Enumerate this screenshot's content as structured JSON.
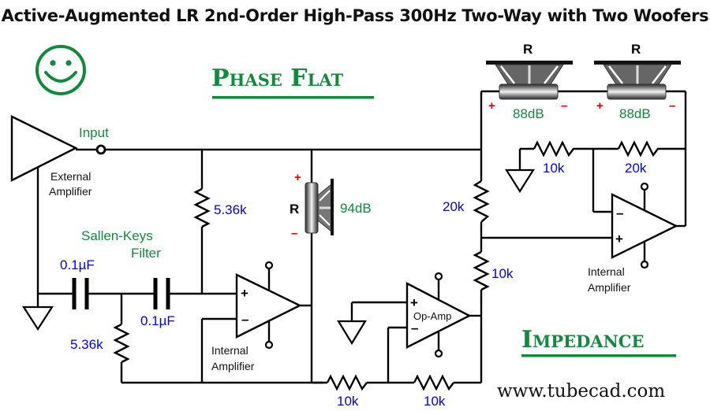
{
  "title": "Active-Augmented LR 2nd-Order High-Pass 300Hz Two-Way with Two Woofers",
  "badges": {
    "phase_flat": "Phase Flat",
    "impedance": "Impedance",
    "smiley_icon": "smiley-face-icon"
  },
  "website": "www.tubecad.com",
  "colors": {
    "accent_green": "#128a3c",
    "value_blue": "#0000ee",
    "polarity_red": "#e00000"
  },
  "labels": {
    "input": "Input",
    "external_amplifier_line1": "External",
    "external_amplifier_line2": "Amplifier",
    "sallen_keys_line1": "Sallen-Keys",
    "sallen_keys_line2": "Filter",
    "internal_amp1_line1": "Internal",
    "internal_amp1_line2": "Amplifier",
    "internal_amp2_line1": "Internal",
    "internal_amp2_line2": "Amplifier",
    "op_amp": "Op-Amp"
  },
  "components": {
    "r_top_shunt": "5.36k",
    "r_bottom_shunt": "5.36k",
    "c1": "0.1µF",
    "c2": "0.1µF",
    "r_divider_top": "20k",
    "r_divider_bottom": "10k",
    "r_inv_ground": "10k",
    "r_inv_feedback": "20k",
    "r_bottom_left": "10k",
    "r_bottom_right": "10k"
  },
  "speakers": [
    {
      "id": "tweeter",
      "channel": "R",
      "sensitivity": "94dB",
      "plus": "+",
      "minus": "–"
    },
    {
      "id": "woofer-1",
      "channel": "R",
      "sensitivity": "88dB",
      "plus": "+",
      "minus": "–"
    },
    {
      "id": "woofer-2",
      "channel": "R",
      "sensitivity": "88dB",
      "plus": "+",
      "minus": "–"
    }
  ],
  "opamp_pins": {
    "plus": "+",
    "minus": "–"
  }
}
